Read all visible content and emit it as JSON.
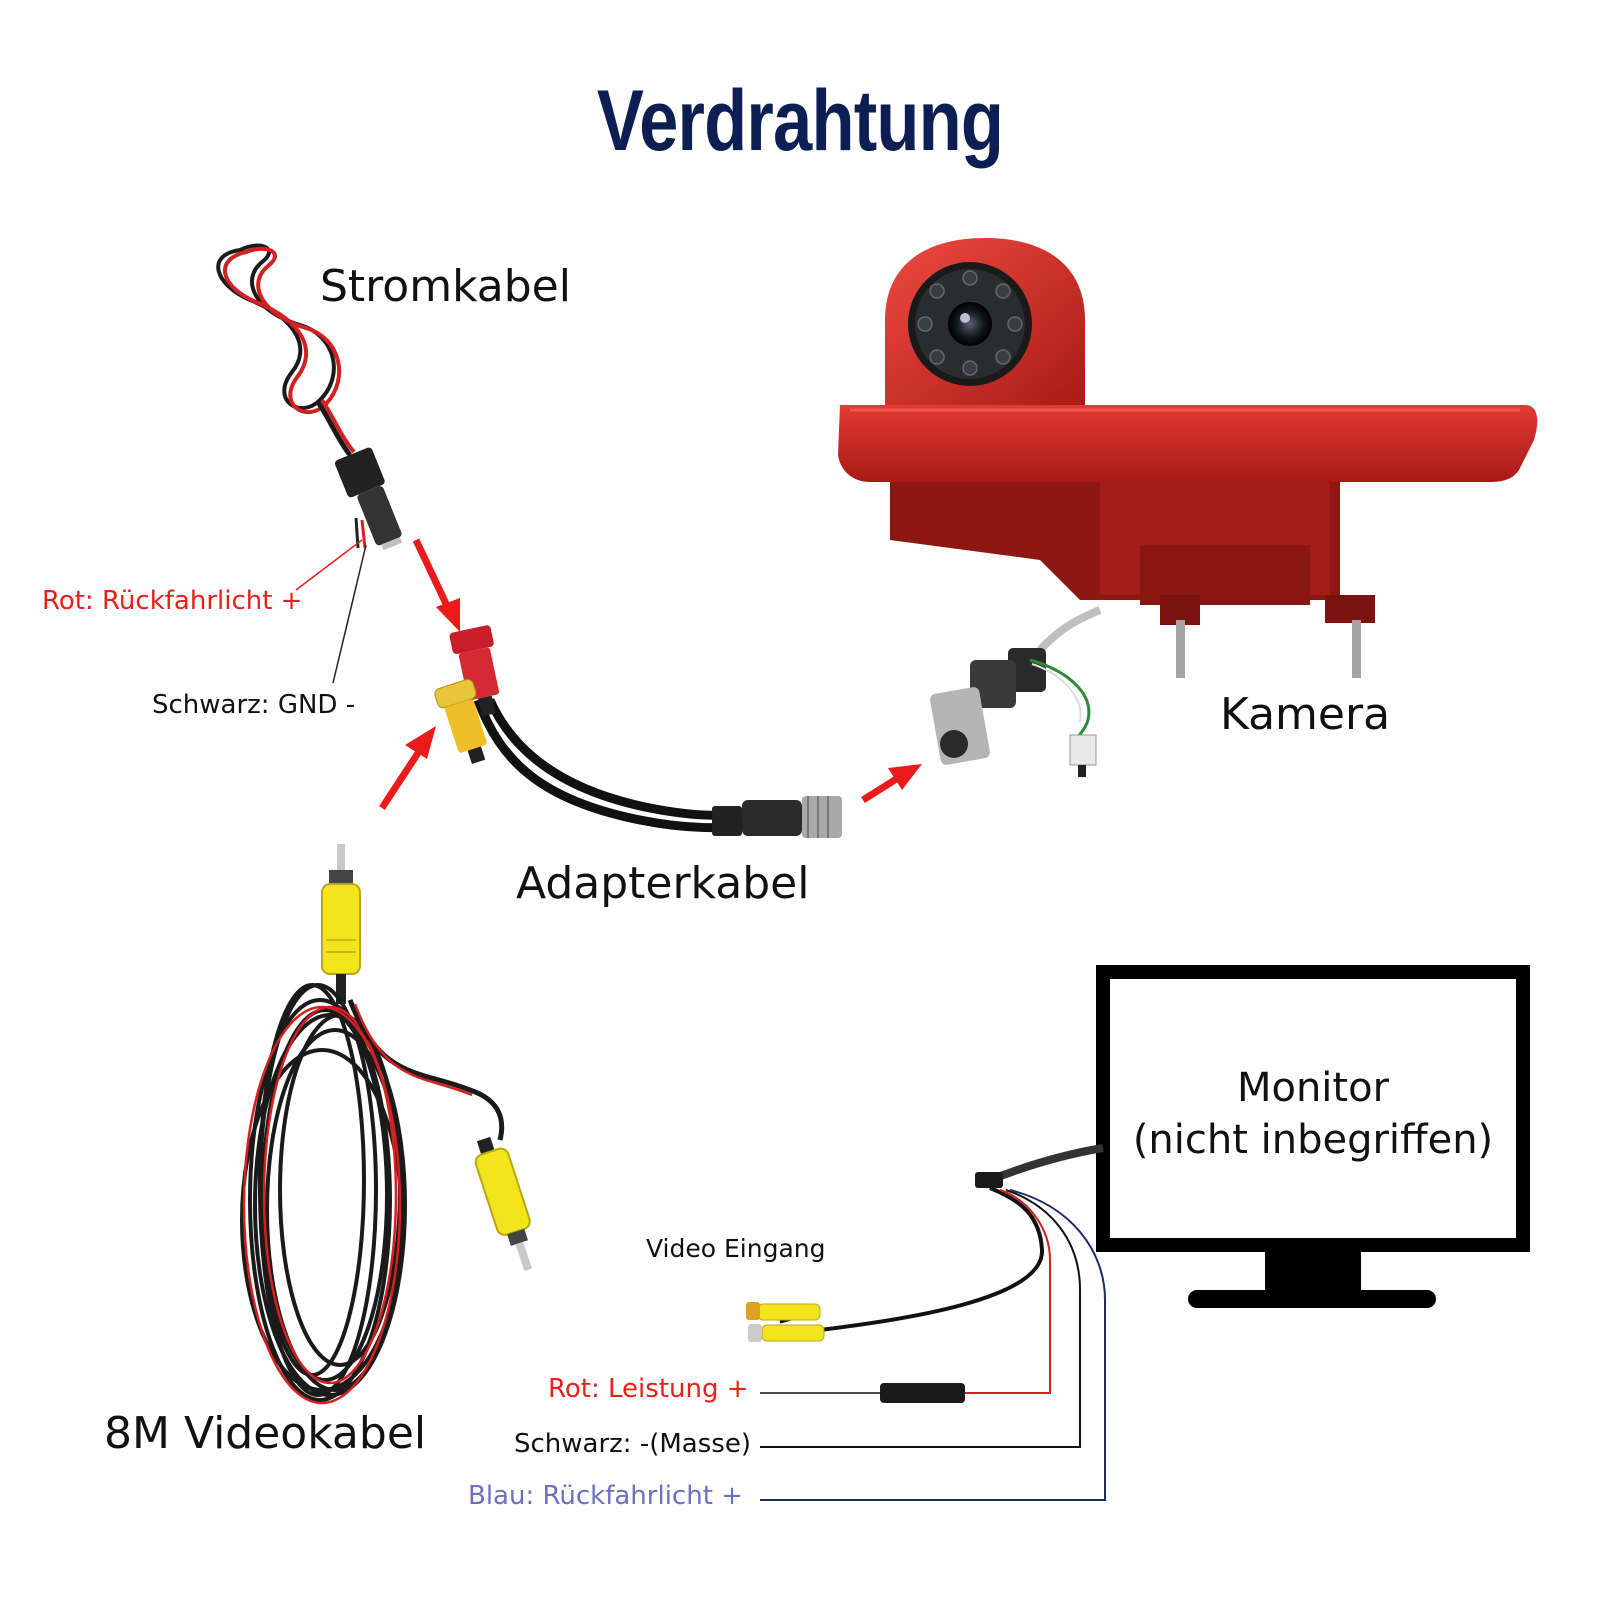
{
  "title": "Verdrahtung",
  "labels": {
    "power_cable": "Stromkabel",
    "red_reverse": "Rot: Rückfahrlicht +",
    "black_gnd": "Schwarz: GND -",
    "camera": "Kamera",
    "adapter_cable": "Adapterkabel",
    "video_cable": "8M Videokabel",
    "monitor_line1": "Monitor",
    "monitor_line2": "(nicht inbegriffen)",
    "video_input": "Video Eingang",
    "red_power": "Rot: Leistung +",
    "black_ground": "Schwarz:  -(Masse)",
    "blue_reverse": "Blau: Rückfahrlicht +"
  },
  "colors": {
    "title": "#0d1f52",
    "red_text": "#e8201a",
    "blue_text": "#6f6fbf",
    "camera_red": "#c8221f",
    "camera_dark": "#8e1713",
    "arrow": "#ec1b1b",
    "rca_yellow": "#f2e51b",
    "rca_red": "#c81e2a",
    "wire_red": "#d42020",
    "wire_blue": "#1f2a6b"
  },
  "icons": [
    "camera-icon",
    "monitor-icon",
    "power-cable-icon",
    "adapter-cable-icon",
    "video-cable-icon",
    "arrow-icon"
  ]
}
